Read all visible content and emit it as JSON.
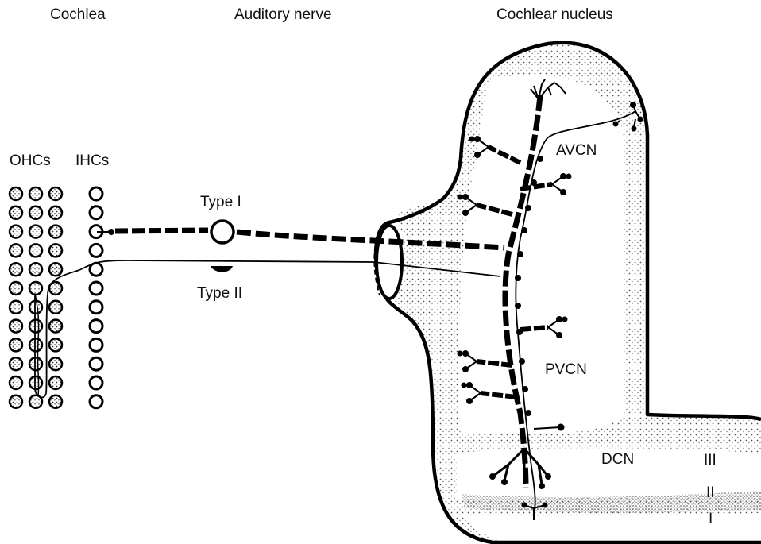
{
  "headers": {
    "cochlea": "Cochlea",
    "auditory_nerve": "Auditory nerve",
    "cochlear_nucleus": "Cochlear nucleus"
  },
  "cells": {
    "ohcs": "OHCs",
    "ihcs": "IHCs"
  },
  "fibers": {
    "type1": "Type I",
    "type2": "Type II"
  },
  "regions": {
    "avcn": "AVCN",
    "pvcn": "PVCN",
    "dcn": "DCN"
  },
  "layers": {
    "layer3": "III",
    "layer2": "II",
    "layer1": "I"
  }
}
